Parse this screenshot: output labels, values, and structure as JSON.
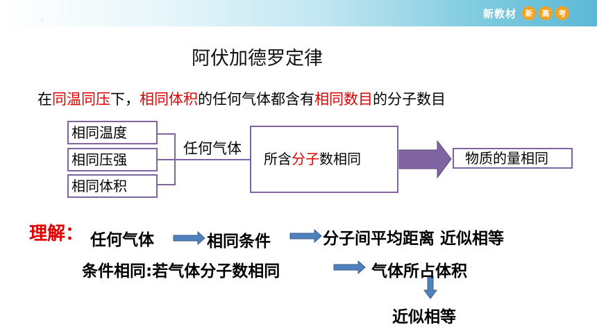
{
  "header": {
    "brand": "新教材",
    "badges": [
      "新",
      "高",
      "考"
    ],
    "accent_color": "#f4a11d"
  },
  "title": "阿伏加德罗定律",
  "law_sentence": {
    "p1": "在",
    "p2": "同温同压",
    "p3": "下，",
    "p4": "相同体积",
    "p5": "的任何气体都含有",
    "p6": "相同数目",
    "p7": "的分子数目",
    "highlight_color": "#e00000"
  },
  "diagram": {
    "conditions": [
      "相同温度",
      "相同压强",
      "相同体积"
    ],
    "middle_label": "任何气体",
    "center": {
      "prefix": "所含",
      "highlight": "分子",
      "suffix": "数相同"
    },
    "result": "物质的量相同",
    "border_color": "#8064a2"
  },
  "understanding": {
    "label": "理解：",
    "row1": [
      "任何气体",
      "相同条件",
      "分子间平均距离 近似相等"
    ],
    "row2": [
      "条件相同:若气体分子数相同",
      "气体所占体积"
    ],
    "row3": "近似相等"
  }
}
